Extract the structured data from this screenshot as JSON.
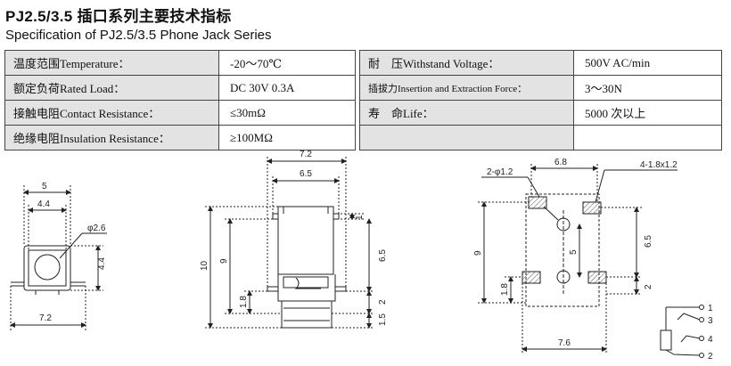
{
  "header": {
    "title_cn": "PJ2.5/3.5 插口系列主要技术指标",
    "title_en": "Specification of PJ2.5/3.5 Phone Jack Series"
  },
  "spec_table": {
    "rows": [
      {
        "left_label": "温度范围Temperature：",
        "left_value": "-20～70℃",
        "right_label": "耐　压Withstand Voltage：",
        "right_value": "500V AC/min"
      },
      {
        "left_label": "额定负荷Rated Load：",
        "left_value": "DC 30V 0.3A",
        "right_label": "插拔力Insertion and Extraction Force：",
        "right_value": "3～30N"
      },
      {
        "left_label": "接触电阻Contact Resistance：",
        "left_value": "≤30mΩ",
        "right_label": "寿　命Life：",
        "right_value": "5000 次以上"
      },
      {
        "left_label": "绝缘电阻Insulation Resistance：",
        "left_value": "≥100MΩ",
        "right_label": "",
        "right_value": ""
      }
    ]
  },
  "drawings": {
    "front_view": {
      "width_top": "5",
      "inner_width": "4.4",
      "hole_dia": "φ2.6",
      "height": "4.4",
      "width_bottom": "7.2"
    },
    "side_view": {
      "length_top": "7.2",
      "length_mid": "6.5",
      "pin_h": "1",
      "height_total": "10",
      "height_9": "9",
      "height_65": "6.5",
      "height_18": "1.8",
      "height_2": "2",
      "height_15": "1.5"
    },
    "pcb_layout": {
      "width_top": "6.8",
      "slot_note": "4-1.8x1.2",
      "hole_note": "2-φ1.2",
      "height_9": "9",
      "pitch_5": "5",
      "height_65": "6.5",
      "height_18": "1.8",
      "height_2": "2",
      "width_bottom": "7.6"
    },
    "schematic": {
      "pins": [
        "1",
        "3",
        "4",
        "2"
      ]
    }
  }
}
